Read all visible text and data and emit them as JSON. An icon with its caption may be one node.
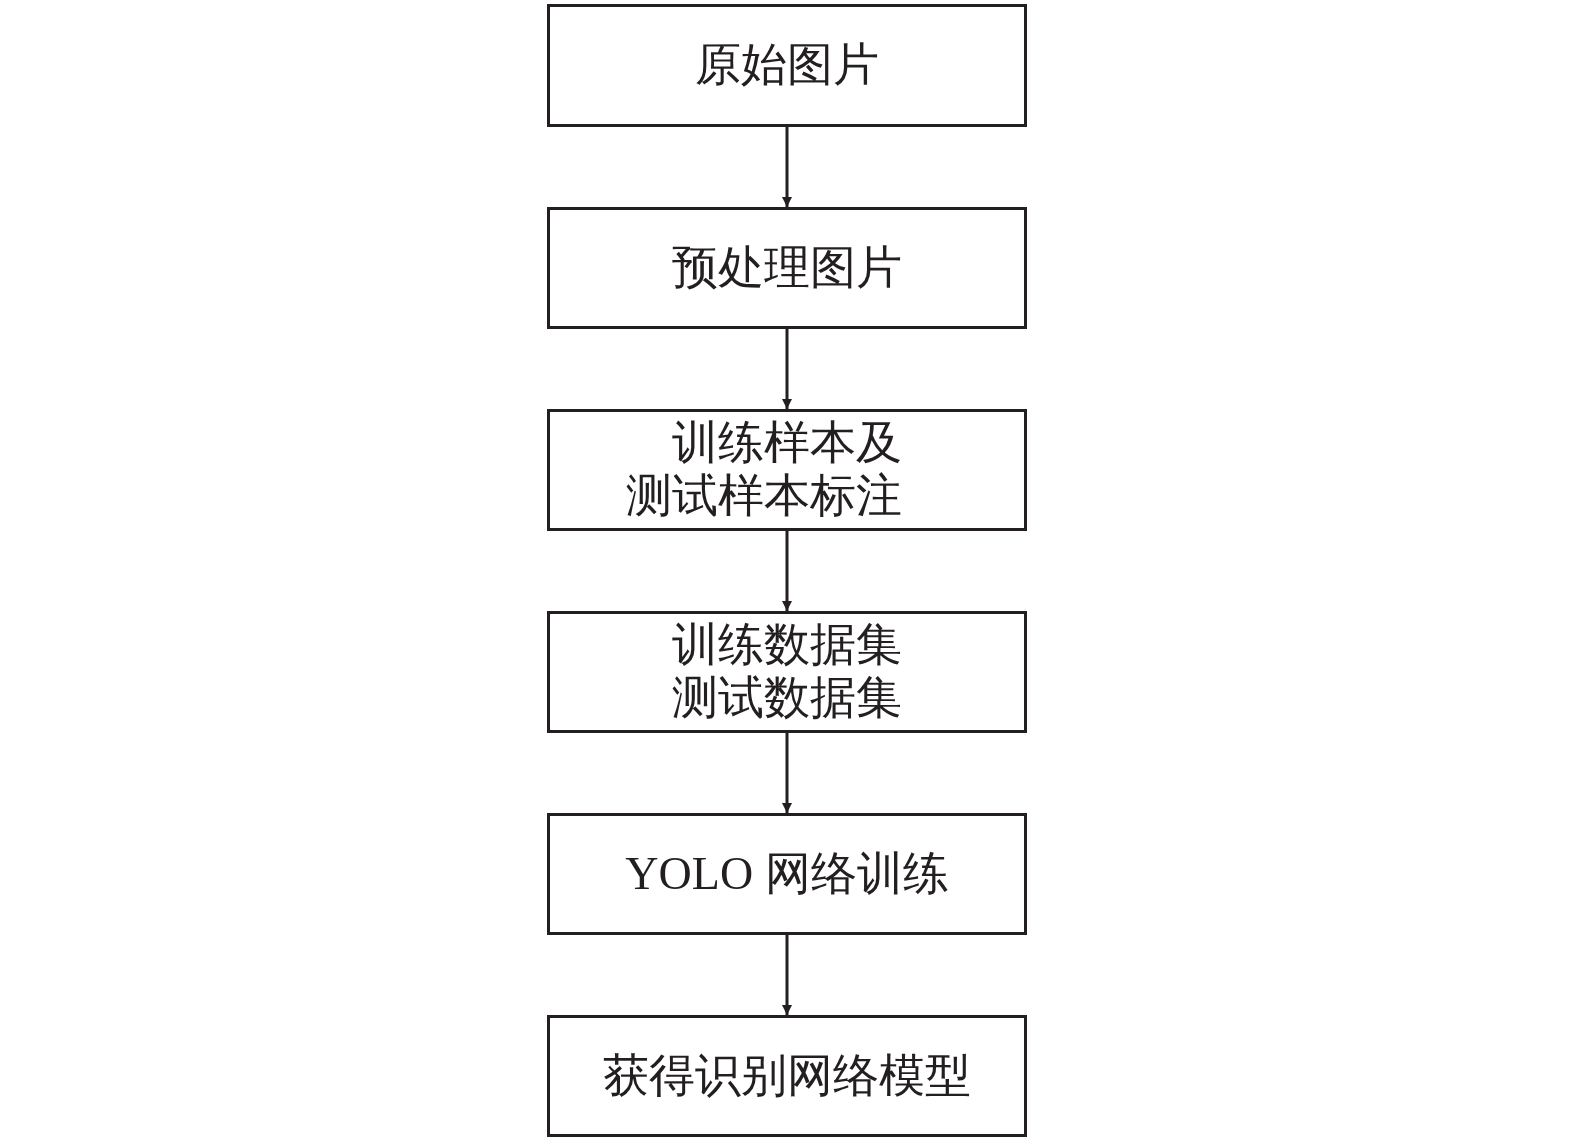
{
  "diagram": {
    "nodes": [
      {
        "text": [
          "原始图片"
        ]
      },
      {
        "text": [
          "预处理图片"
        ]
      },
      {
        "text": [
          "训练样本及测试样本标注"
        ]
      },
      {
        "text": [
          "训练数据集测试数据集"
        ]
      },
      {
        "text": [
          "YOLO 网络训练"
        ]
      },
      {
        "text": [
          "获得识别网络模型"
        ]
      }
    ],
    "edges": [
      {
        "from": 0,
        "to": 1,
        "arrow": "to"
      },
      {
        "from": 1,
        "to": 2,
        "arrow": "to"
      },
      {
        "from": 2,
        "to": 3,
        "arrow": "to"
      },
      {
        "from": 3,
        "to": 4,
        "arrow": "to"
      },
      {
        "from": 4,
        "to": 5,
        "arrow": "to"
      }
    ]
  }
}
